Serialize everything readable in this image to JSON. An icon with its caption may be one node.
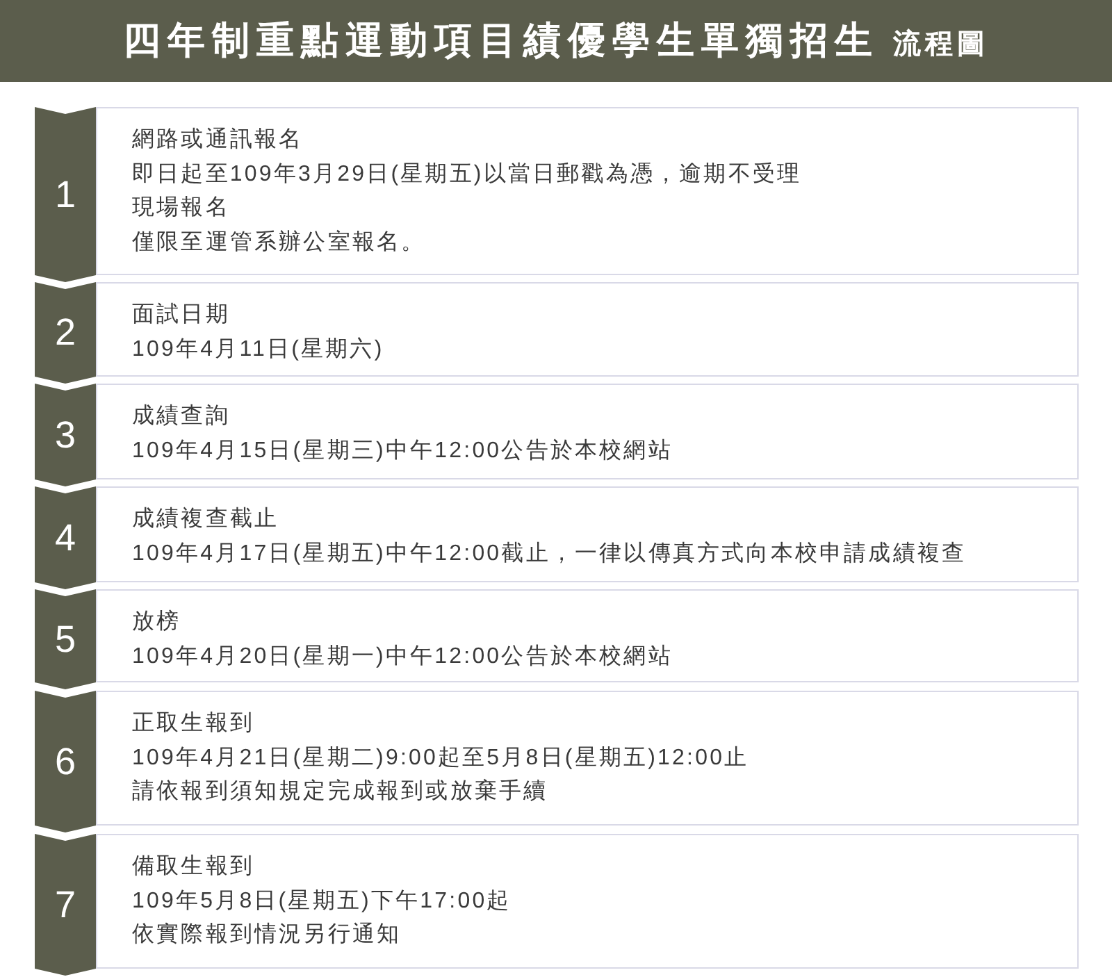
{
  "diagram": {
    "title": "四年制重點運動項目績優學生單獨招生",
    "labels": [
      "流程圖"
    ],
    "nodes": [
      {
        "text": [
          "1"
        ]
      },
      {
        "text": [
          "網路或通訊報名",
          "即日起至109年3月29日(星期五)以當日郵戳為憑，逾期不受理",
          "現場報名",
          "僅限至運管系辦公室報名。"
        ]
      },
      {
        "text": [
          "2"
        ]
      },
      {
        "text": [
          "面試日期",
          "109年4月11日(星期六)"
        ]
      },
      {
        "text": [
          "3"
        ]
      },
      {
        "text": [
          "成績查詢",
          "109年4月15日(星期三)中午12:00公告於本校網站"
        ]
      },
      {
        "text": [
          "4"
        ]
      },
      {
        "text": [
          "成績複查截止",
          "109年4月17日(星期五)中午12:00截止，一律以傳真方式向本校申請成績複查"
        ]
      },
      {
        "text": [
          "5"
        ]
      },
      {
        "text": [
          "放榜",
          "109年4月20日(星期一)中午12:00公告於本校網站"
        ]
      },
      {
        "text": [
          "6"
        ]
      },
      {
        "text": [
          "正取生報到",
          "109年4月21日(星期二)9:00起至5月8日(星期五)12:00止",
          "請依報到須知規定完成報到或放棄手續"
        ]
      },
      {
        "text": [
          "7"
        ]
      },
      {
        "text": [
          "備取生報到",
          "109年5月8日(星期五)下午17:00起",
          "依實際報到情況另行通知"
        ]
      }
    ]
  }
}
